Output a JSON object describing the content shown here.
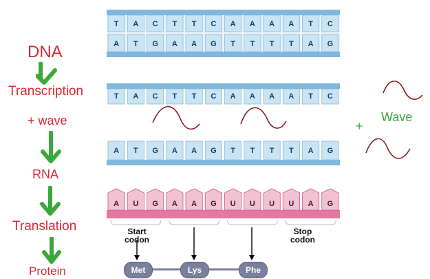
{
  "flow": {
    "dna": "DNA",
    "transcription": "Transcription",
    "plus_wave": "+ wave",
    "rna": "RNA",
    "translation": "Translation",
    "protein": "Protein"
  },
  "wave_note": {
    "plus": "+",
    "label": "Wave"
  },
  "dna_double": {
    "top": [
      "T",
      "A",
      "C",
      "T",
      "T",
      "C",
      "A",
      "A",
      "A",
      "A",
      "T",
      "C"
    ],
    "bottom": [
      "A",
      "T",
      "G",
      "A",
      "A",
      "G",
      "T",
      "T",
      "T",
      "T",
      "A",
      "G"
    ]
  },
  "dna_separated": {
    "top": [
      "T",
      "A",
      "C",
      "T",
      "T",
      "C",
      "A",
      "A",
      "A",
      "A",
      "T",
      "C"
    ],
    "bottom": [
      "A",
      "T",
      "G",
      "A",
      "A",
      "G",
      "T",
      "T",
      "T",
      "T",
      "A",
      "G"
    ]
  },
  "mrna": [
    "A",
    "U",
    "G",
    "A",
    "A",
    "G",
    "U",
    "U",
    "U",
    "U",
    "A",
    "G"
  ],
  "codons": {
    "start": "Start\ncodon",
    "stop": "Stop\ncodon"
  },
  "amino_acids": [
    "Met",
    "Lys",
    "Phe"
  ],
  "colors": {
    "flow_text": "#d62a32",
    "arrow": "#3aa83a",
    "wave": "#8b1a1a",
    "dna_backbone": "#7fb8dc",
    "dna_base": "#c9e4f4",
    "rna_backbone": "#e27aa0",
    "rna_base": "#f2c2d3",
    "amino": "#7a7f9c"
  }
}
